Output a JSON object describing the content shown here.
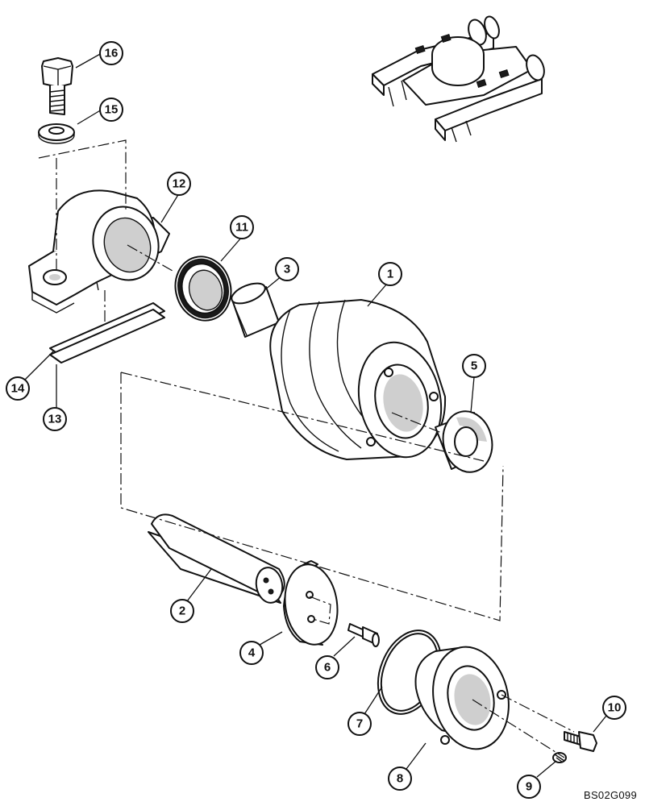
{
  "reference_code": "BS02G099",
  "callouts": [
    {
      "id": "1",
      "part": "roller-body"
    },
    {
      "id": "2",
      "part": "shaft"
    },
    {
      "id": "3",
      "part": "bushing"
    },
    {
      "id": "4",
      "part": "plate"
    },
    {
      "id": "5",
      "part": "thrust-washer"
    },
    {
      "id": "6",
      "part": "plate-bolt"
    },
    {
      "id": "7",
      "part": "o-ring"
    },
    {
      "id": "8",
      "part": "end-collar"
    },
    {
      "id": "9",
      "part": "plug"
    },
    {
      "id": "10",
      "part": "collar-bolt"
    },
    {
      "id": "11",
      "part": "seal"
    },
    {
      "id": "12",
      "part": "bracket"
    },
    {
      "id": "13",
      "part": "shim-thick"
    },
    {
      "id": "14",
      "part": "shim-thin"
    },
    {
      "id": "15",
      "part": "washer"
    },
    {
      "id": "16",
      "part": "bolt"
    }
  ]
}
